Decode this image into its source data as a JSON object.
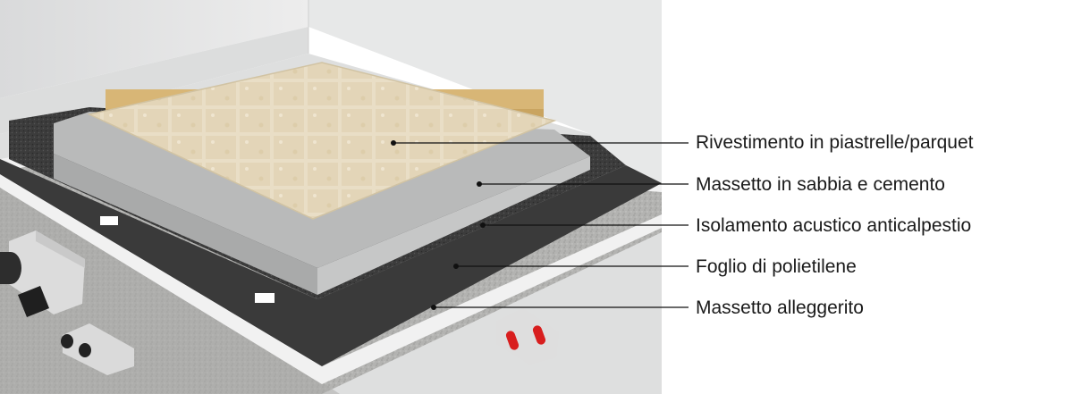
{
  "layers": [
    {
      "label": "Rivestimento in piastrelle/parquet"
    },
    {
      "label": "Massetto in sabbia e cemento"
    },
    {
      "label": "Isolamento acustico anticalpestio"
    },
    {
      "label": "Foglio di polietilene"
    },
    {
      "label": "Massetto alleggerito"
    }
  ],
  "colors": {
    "wall": "#e6e7e7",
    "tile": "#e8dcc2",
    "skirting": "#d9b779",
    "sand_cement_screed": "#b6b7b7",
    "acoustic_insulation": "#3a3a3a",
    "polyethylene_sheet": "#efefef",
    "lightweight_screed": "#b0b0ae",
    "leader_line": "#111111",
    "pipe_red": "#d81e1e"
  }
}
